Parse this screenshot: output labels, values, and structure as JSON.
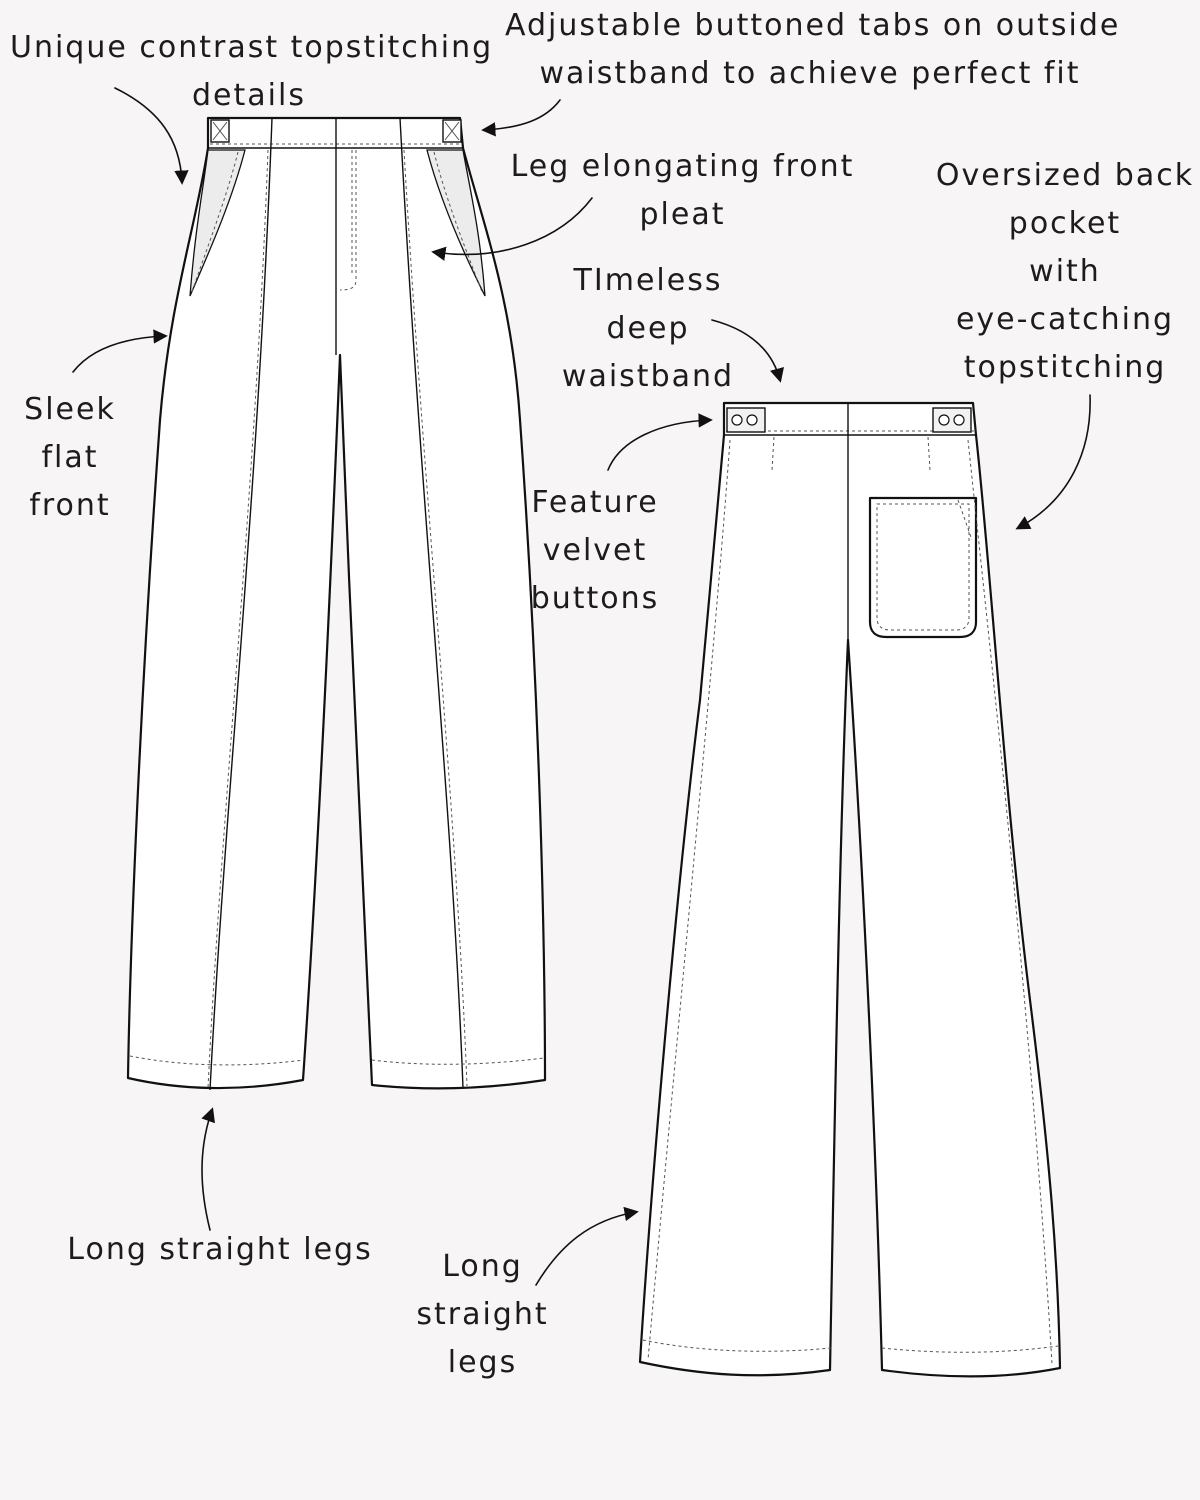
{
  "annotations": {
    "contrast_topstitching": [
      "Unique contrast topstitching",
      "details"
    ],
    "adjustable_tabs": [
      "Adjustable buttoned tabs on outside",
      "waistband to achieve perfect fit"
    ],
    "front_pleat": [
      "Leg elongating front",
      "pleat"
    ],
    "back_pocket": [
      "Oversized back",
      "pocket",
      "with",
      "eye-catching",
      "topstitching"
    ],
    "deep_waistband": [
      "TImeless",
      "deep",
      "waistband"
    ],
    "flat_front": [
      "Sleek",
      "flat",
      "front"
    ],
    "velvet_buttons": [
      "Feature",
      "velvet",
      "buttons"
    ],
    "front_legs": [
      "Long straight legs"
    ],
    "back_legs": [
      "Long",
      "straight",
      "legs"
    ]
  }
}
